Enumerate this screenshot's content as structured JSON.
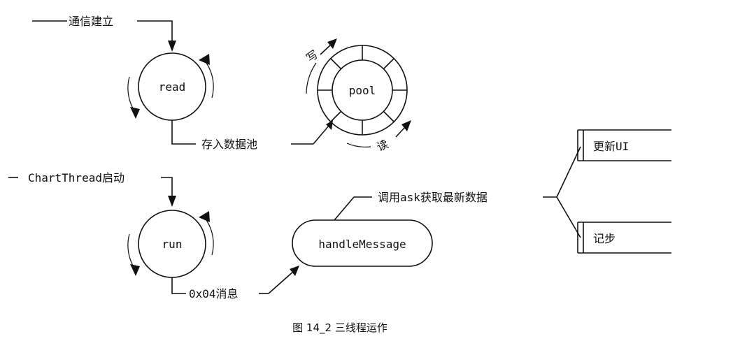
{
  "diagram": {
    "labels": {
      "comm_established": "通信建立",
      "read_node": "read",
      "pool_node": "pool",
      "write": "写",
      "read_cn": "读",
      "store_pool": "存入数据池",
      "chart_thread": "ChartThread启动",
      "run_node": "run",
      "handle_message": "handleMessage",
      "msg_0x04": "0x04消息",
      "call_ask": "调用ask获取最新数据",
      "update_ui": "更新UI",
      "record_step": "记步"
    },
    "caption": "图 14_2 三线程运作"
  }
}
